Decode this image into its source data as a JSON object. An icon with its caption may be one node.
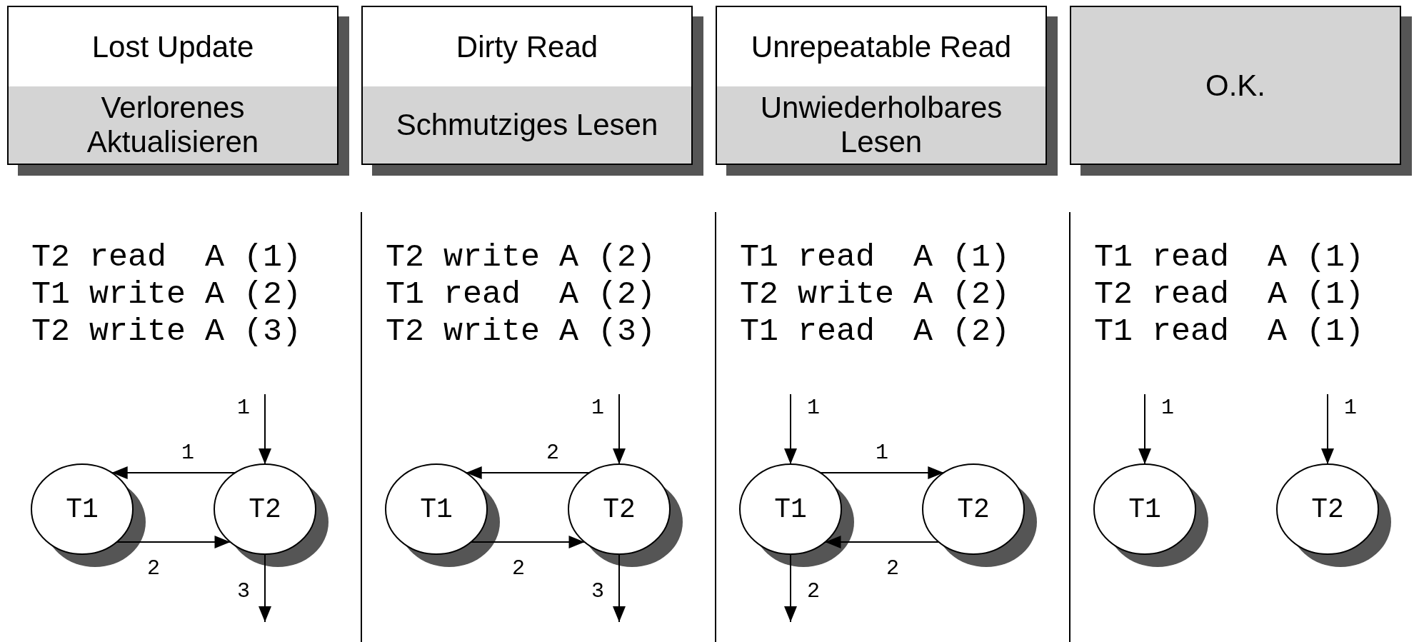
{
  "diagram": {
    "nodes": [
      {
        "text": [
          "Lost Update",
          "Verlorenes Aktualisieren"
        ]
      },
      {
        "text": [
          "Dirty Read",
          "Schmutziges Lesen"
        ]
      },
      {
        "text": [
          "Unrepeatable Read",
          "Unwiederholbares Lesen"
        ]
      },
      {
        "text": [
          "O.K."
        ]
      },
      {
        "text": [
          "T1"
        ]
      },
      {
        "text": [
          "T2"
        ]
      },
      {
        "text": [
          "T1"
        ]
      },
      {
        "text": [
          "T2"
        ]
      },
      {
        "text": [
          "T1"
        ]
      },
      {
        "text": [
          "T2"
        ]
      },
      {
        "text": [
          "T1"
        ]
      },
      {
        "text": [
          "T2"
        ]
      }
    ],
    "edges": [
      {
        "from": null,
        "to": 5,
        "arrow": "to",
        "label": "1"
      },
      {
        "from": 5,
        "to": 4,
        "arrow": "to",
        "label": "1"
      },
      {
        "from": 4,
        "to": 5,
        "arrow": "to",
        "label": "2"
      },
      {
        "from": 5,
        "to": null,
        "arrow": "to",
        "label": "3"
      },
      {
        "from": null,
        "to": 7,
        "arrow": "to",
        "label": "1"
      },
      {
        "from": 7,
        "to": 6,
        "arrow": "to",
        "label": "2"
      },
      {
        "from": 6,
        "to": 7,
        "arrow": "to",
        "label": "2"
      },
      {
        "from": 7,
        "to": null,
        "arrow": "to",
        "label": "3"
      },
      {
        "from": null,
        "to": 8,
        "arrow": "to",
        "label": "1"
      },
      {
        "from": 8,
        "to": 9,
        "arrow": "to",
        "label": "1"
      },
      {
        "from": 9,
        "to": 8,
        "arrow": "to",
        "label": "2"
      },
      {
        "from": 8,
        "to": null,
        "arrow": "to",
        "label": "2"
      },
      {
        "from": null,
        "to": 10,
        "arrow": "to",
        "label": "1"
      },
      {
        "from": null,
        "to": 11,
        "arrow": "to",
        "label": "1"
      }
    ],
    "labels": [
      "T2 read  A (1)",
      "T1 write A (2)",
      "T2 write A (3)",
      "T2 write A (2)",
      "T1 read  A (2)",
      "T2 write A (3)",
      "T1 read  A (1)",
      "T2 write A (2)",
      "T1 read  A (2)",
      "T1 read  A (1)",
      "T2 read  A (1)",
      "T1 read  A (1)"
    ]
  }
}
